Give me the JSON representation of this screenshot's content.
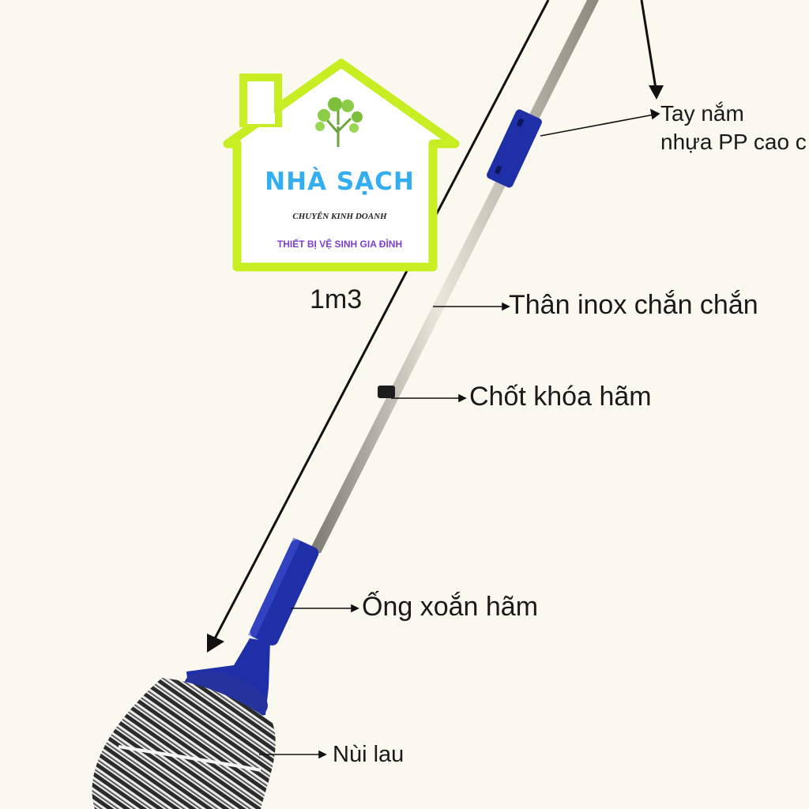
{
  "logo": {
    "name": "NHÀ SẠCH",
    "tagline": "CHUYÊN KINH DOANH",
    "subtitle": "THIẾT BỊ VỆ SINH GIA ĐÌNH"
  },
  "length_label": "1m3",
  "callouts": {
    "handle_line1": "Tay nắm",
    "handle_line2": "nhựa PP cao c",
    "body": "Thân inox chắn chắn",
    "lock": "Chốt khóa hãm",
    "twist": "Ống xoắn hãm",
    "head": "Nùi lau"
  },
  "colors": {
    "background": "#fbf8ef",
    "logo_outline": "#c6ee22",
    "logo_name": "#33aef0",
    "logo_subtitle": "#7b3fd4",
    "handle_blue": "#1f2fa8"
  }
}
